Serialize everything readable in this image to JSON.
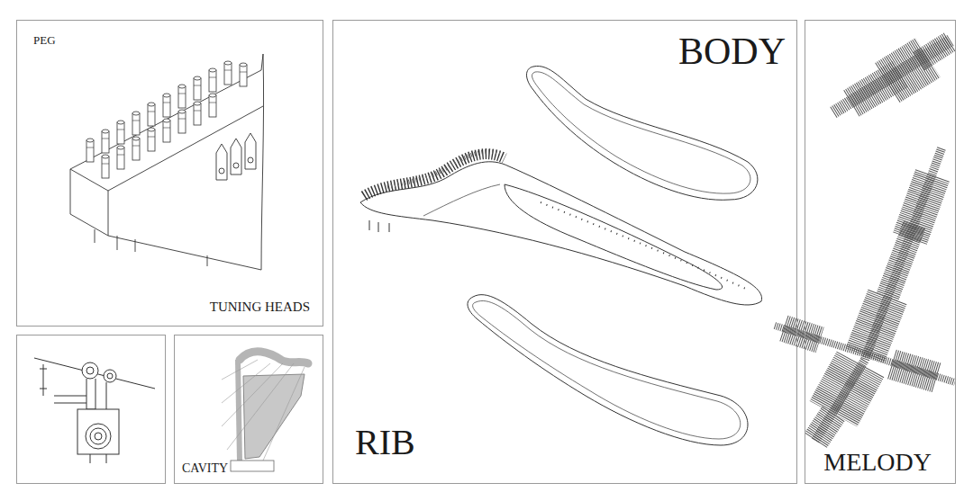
{
  "diagram": {
    "nodes": [
      {
        "text": [
          "PEG",
          "TUNING HEADS"
        ]
      },
      {
        "text": [
          "CAVITY"
        ]
      },
      {
        "text": [
          "BODY",
          "RIB"
        ]
      },
      {
        "text": [
          "MELODY"
        ]
      }
    ]
  }
}
